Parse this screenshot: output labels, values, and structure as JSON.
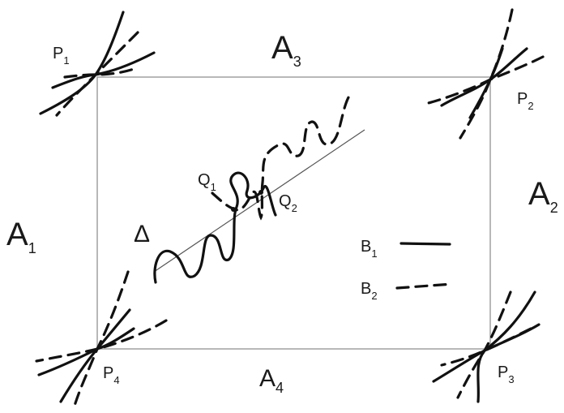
{
  "regions": {
    "A1": {
      "main": "A",
      "sub": "1"
    },
    "A2": {
      "main": "A",
      "sub": "2"
    },
    "A3": {
      "main": "A",
      "sub": "3"
    },
    "A4": {
      "main": "A",
      "sub": "4"
    },
    "delta": "Δ"
  },
  "points": {
    "P1": {
      "main": "P",
      "sub": "1"
    },
    "P2": {
      "main": "P",
      "sub": "2"
    },
    "P3": {
      "main": "P",
      "sub": "3"
    },
    "P4": {
      "main": "P",
      "sub": "4"
    },
    "Q1": {
      "main": "Q",
      "sub": "1"
    },
    "Q2": {
      "main": "Q",
      "sub": "2"
    }
  },
  "legend": {
    "B1": {
      "main": "B",
      "sub": "1",
      "style": "solid"
    },
    "B2": {
      "main": "B",
      "sub": "2",
      "style": "dashed"
    }
  },
  "colors": {
    "ink": "#111111",
    "frame": "#9a9a9a"
  }
}
